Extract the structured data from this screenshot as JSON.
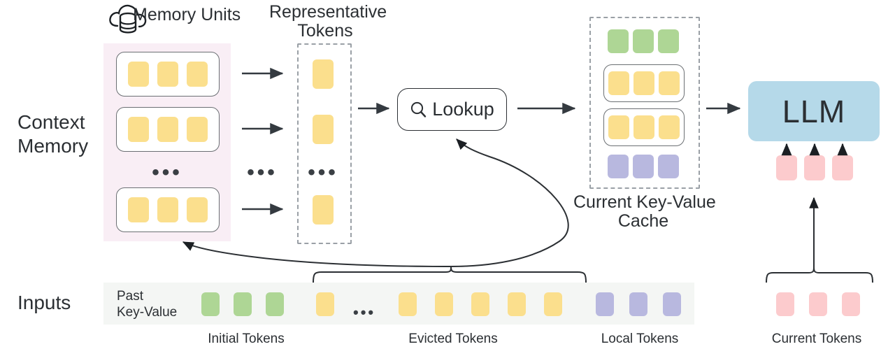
{
  "diagram": {
    "title_icons": {
      "memory_cloud": "cloud-database-icon",
      "search": "search-icon"
    },
    "labels": {
      "memory_units": "Memory Units",
      "representative_tokens_l1": "Representative",
      "representative_tokens_l2": "Tokens",
      "context_memory_l1": "Context",
      "context_memory_l2": "Memory",
      "lookup": "Lookup",
      "kv_cache_l1": "Current Key-Value",
      "kv_cache_l2": "Cache",
      "llm": "LLM",
      "inputs": "Inputs",
      "past_kv_l1": "Past",
      "past_kv_l2": "Key-Value",
      "initial_tokens": "Initial Tokens",
      "evicted_tokens": "Evicted Tokens",
      "local_tokens": "Local Tokens",
      "current_tokens": "Current Tokens",
      "ellipsis": "•••"
    },
    "colors": {
      "token_yellow": "#fbdf8d",
      "token_green": "#aed695",
      "token_purple": "#b8b8df",
      "token_pink": "#fccbcd",
      "llm_blue": "#b5d9e9",
      "context_panel_pink": "#f9eef5",
      "inputs_strip_gray": "#f4f6f4",
      "stroke_dark": "#2b2f33",
      "stroke_dashed": "#9aa0a6"
    },
    "context_memory": {
      "units": [
        {
          "tokens": [
            "yellow",
            "yellow",
            "yellow"
          ]
        },
        {
          "tokens": [
            "yellow",
            "yellow",
            "yellow"
          ]
        },
        {
          "tokens": [
            "yellow",
            "yellow",
            "yellow"
          ]
        }
      ],
      "between_units_ellipsis": "•••"
    },
    "representative_tokens": {
      "tokens": [
        "yellow",
        "yellow",
        "yellow"
      ],
      "ellipsis": "•••"
    },
    "kv_cache": {
      "rows": [
        {
          "color": "green",
          "count": 3,
          "boxed": false
        },
        {
          "color": "yellow",
          "count": 3,
          "boxed": true
        },
        {
          "color": "yellow",
          "count": 3,
          "boxed": true
        },
        {
          "color": "purple",
          "count": 3,
          "boxed": false
        }
      ]
    },
    "llm_input_tokens": {
      "color": "pink",
      "count": 3
    },
    "inputs_row": {
      "groups": [
        {
          "name": "initial",
          "color": "green",
          "count": 3,
          "label": "Initial Tokens"
        },
        {
          "name": "evicted",
          "color": "yellow",
          "count": 6,
          "label": "Evicted Tokens",
          "ellipsis_after_index": 1
        },
        {
          "name": "local",
          "color": "purple",
          "count": 3,
          "label": "Local Tokens"
        },
        {
          "name": "current",
          "color": "pink",
          "count": 3,
          "label": "Current Tokens"
        }
      ]
    }
  }
}
